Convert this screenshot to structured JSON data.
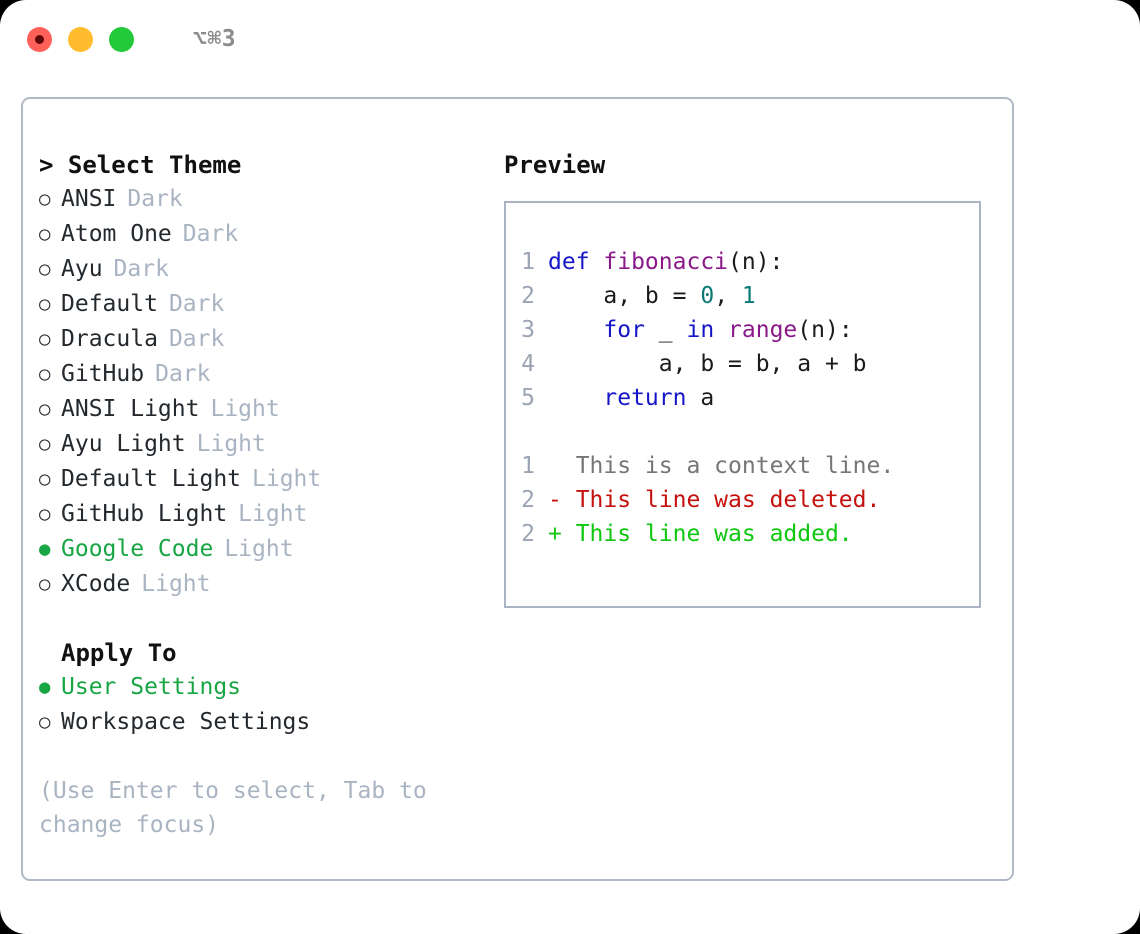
{
  "titlebar": {
    "shortcut": "⌥⌘3",
    "buttons": [
      {
        "name": "close",
        "color": "#ff6159"
      },
      {
        "name": "minimize",
        "color": "#ffbd2e"
      },
      {
        "name": "maximize",
        "color": "#23c93a"
      }
    ]
  },
  "theme_picker": {
    "heading": "> Select Theme",
    "bullet_selected": "●",
    "bullet_unselected": "○",
    "items": [
      {
        "name": "ANSI",
        "variant": "Dark",
        "selected": false
      },
      {
        "name": "Atom One",
        "variant": "Dark",
        "selected": false
      },
      {
        "name": "Ayu",
        "variant": "Dark",
        "selected": false
      },
      {
        "name": "Default",
        "variant": "Dark",
        "selected": false
      },
      {
        "name": "Dracula",
        "variant": "Dark",
        "selected": false
      },
      {
        "name": "GitHub",
        "variant": "Dark",
        "selected": false
      },
      {
        "name": "ANSI Light",
        "variant": "Light",
        "selected": false
      },
      {
        "name": "Ayu Light",
        "variant": "Light",
        "selected": false
      },
      {
        "name": "Default Light",
        "variant": "Light",
        "selected": false
      },
      {
        "name": "GitHub Light",
        "variant": "Light",
        "selected": false
      },
      {
        "name": "Google Code",
        "variant": "Light",
        "selected": true
      },
      {
        "name": "XCode",
        "variant": "Light",
        "selected": false
      }
    ]
  },
  "apply_to": {
    "heading": "Apply To",
    "items": [
      {
        "name": "User Settings",
        "selected": true
      },
      {
        "name": "Workspace Settings",
        "selected": false
      }
    ]
  },
  "hint": "(Use Enter to select, Tab to change focus)",
  "preview": {
    "heading": "Preview",
    "code_lines": [
      {
        "ln": "1",
        "tokens": [
          {
            "t": "def ",
            "c": "kw"
          },
          {
            "t": "fibonacci",
            "c": "fn"
          },
          {
            "t": "(n):",
            "c": "plain"
          }
        ]
      },
      {
        "ln": "2",
        "tokens": [
          {
            "t": "    a, b = ",
            "c": "plain"
          },
          {
            "t": "0",
            "c": "num"
          },
          {
            "t": ", ",
            "c": "plain"
          },
          {
            "t": "1",
            "c": "num"
          }
        ]
      },
      {
        "ln": "3",
        "tokens": [
          {
            "t": "    ",
            "c": "plain"
          },
          {
            "t": "for",
            "c": "kw"
          },
          {
            "t": " _ ",
            "c": "plain"
          },
          {
            "t": "in",
            "c": "kw"
          },
          {
            "t": " ",
            "c": "plain"
          },
          {
            "t": "range",
            "c": "fn"
          },
          {
            "t": "(n):",
            "c": "plain"
          }
        ]
      },
      {
        "ln": "4",
        "tokens": [
          {
            "t": "        a, b = b, a + b",
            "c": "plain"
          }
        ]
      },
      {
        "ln": "5",
        "tokens": [
          {
            "t": "    ",
            "c": "plain"
          },
          {
            "t": "return",
            "c": "kw"
          },
          {
            "t": " a",
            "c": "plain"
          }
        ]
      }
    ],
    "diff_lines": [
      {
        "ln": "1",
        "marker": " ",
        "text": " This is a context line.",
        "kind": "ctx"
      },
      {
        "ln": "2",
        "marker": "-",
        "text": " This line was deleted.",
        "kind": "del"
      },
      {
        "ln": "2",
        "marker": "+",
        "text": " This line was added.",
        "kind": "add"
      }
    ]
  },
  "colors": {
    "accent_green": "#18a544",
    "muted": "#a9b4c2",
    "border": "#b0bac6",
    "keyword": "#1616c8",
    "function": "#8a1a8a",
    "number": "#0b7a75",
    "diff_add": "#0ec70e",
    "diff_del": "#c4110e",
    "diff_ctx": "#767676"
  }
}
